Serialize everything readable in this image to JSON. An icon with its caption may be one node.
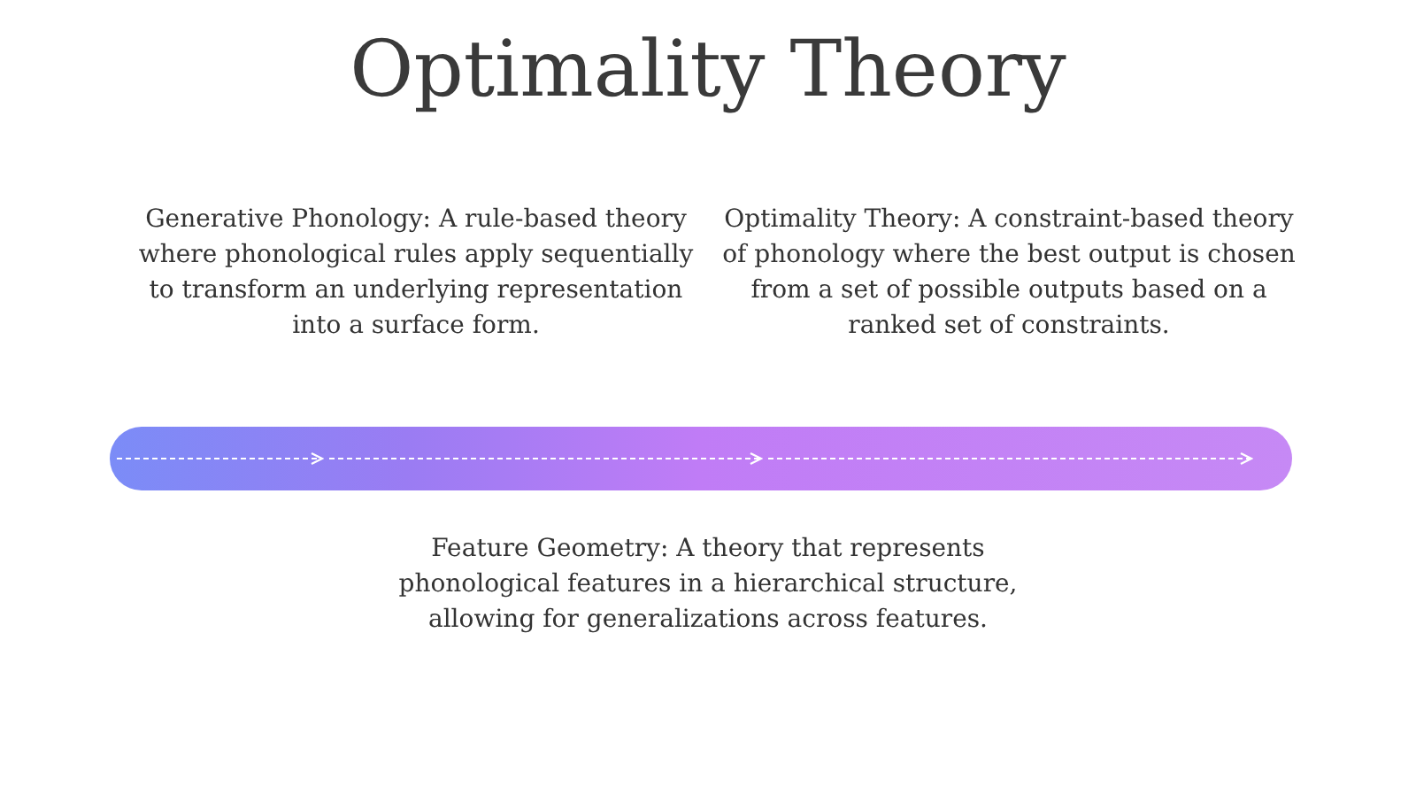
{
  "diagram": {
    "title": "Optimality Theory",
    "labels": [
      "Generative Phonology: A rule-based theory where phonological rules apply sequentially to transform an underlying representation into a surface form.",
      "Optimality Theory: A constraint-based theory of phonology where the best output is chosen from a set of possible outputs based on a ranked set of constraints.",
      "Feature Geometry: A theory that represents phonological features in a hierarchical structure, allowing for generalizations across features."
    ]
  }
}
